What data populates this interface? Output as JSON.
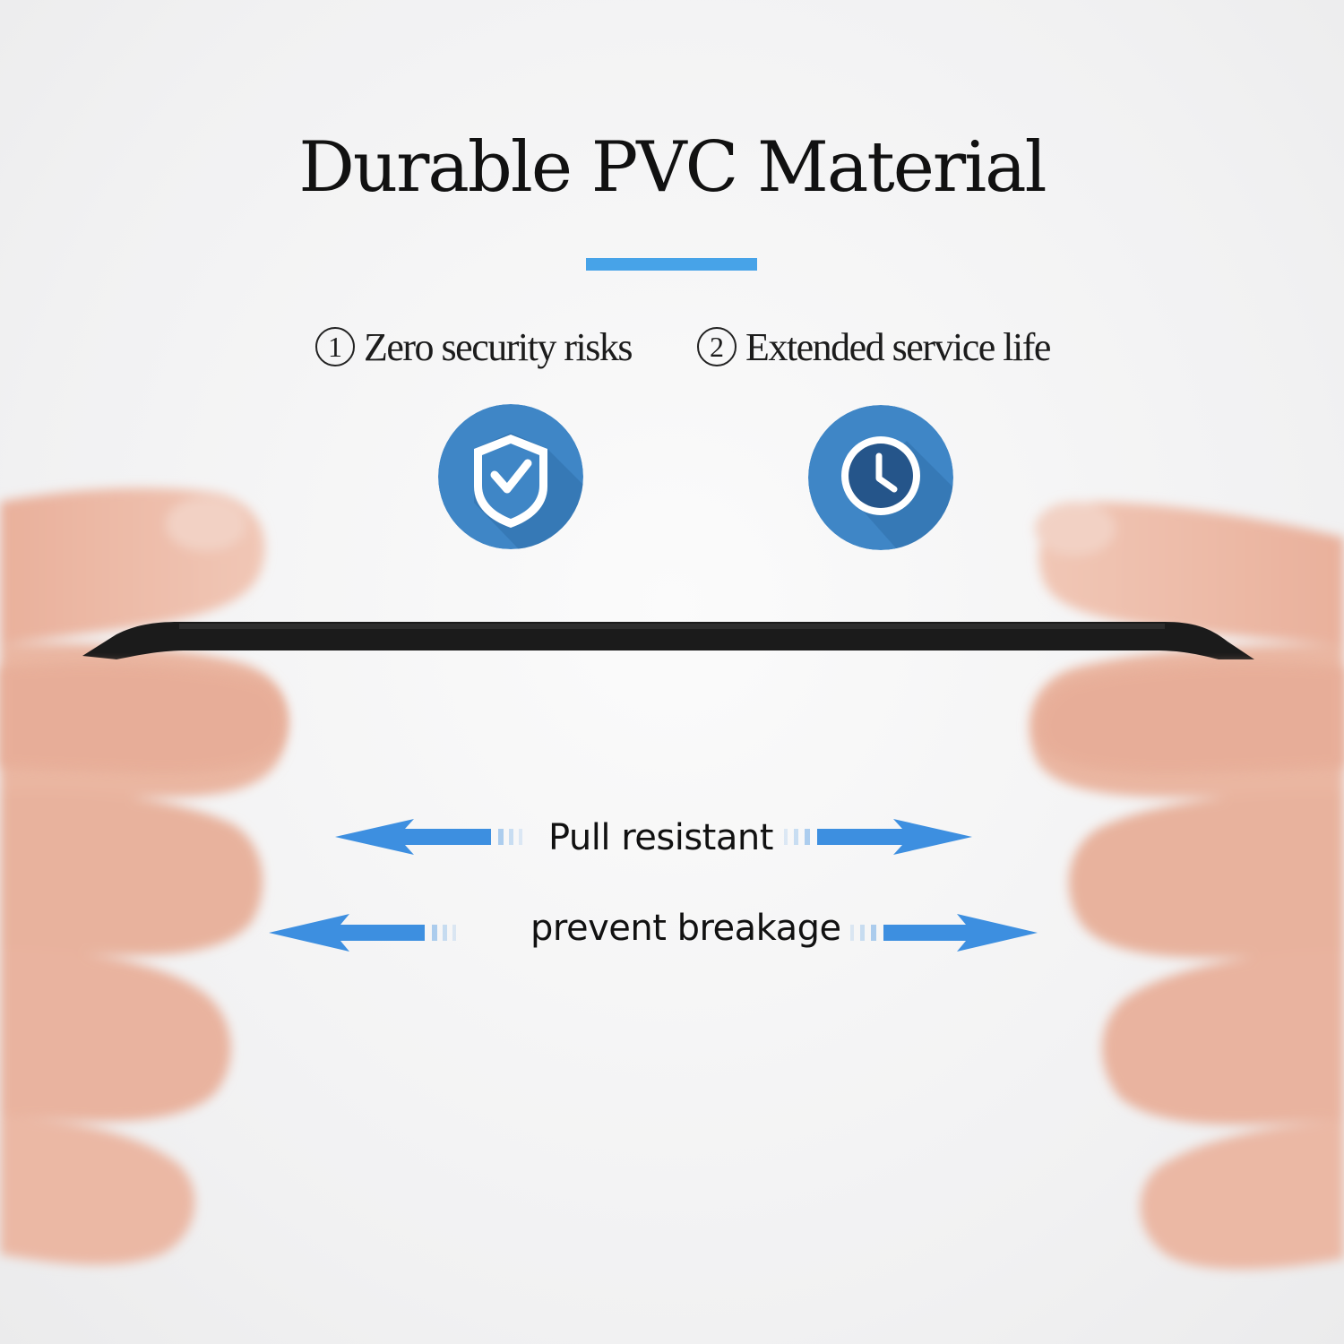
{
  "title": "Durable PVC Material",
  "features": [
    {
      "number": "1",
      "label": "Zero security risks",
      "icon": "shield-check-icon"
    },
    {
      "number": "2",
      "label": "Extended service life",
      "icon": "clock-icon"
    }
  ],
  "captions": {
    "pull": "Pull resistant",
    "break": "prevent breakage"
  },
  "colors": {
    "accent": "#47a3e8",
    "badge": "#3f86c6",
    "badge_shadow": "#2f6fa9",
    "arrow": "#3d8fe0",
    "cable": "#1b1b1b",
    "skin": "#eab9a4"
  }
}
